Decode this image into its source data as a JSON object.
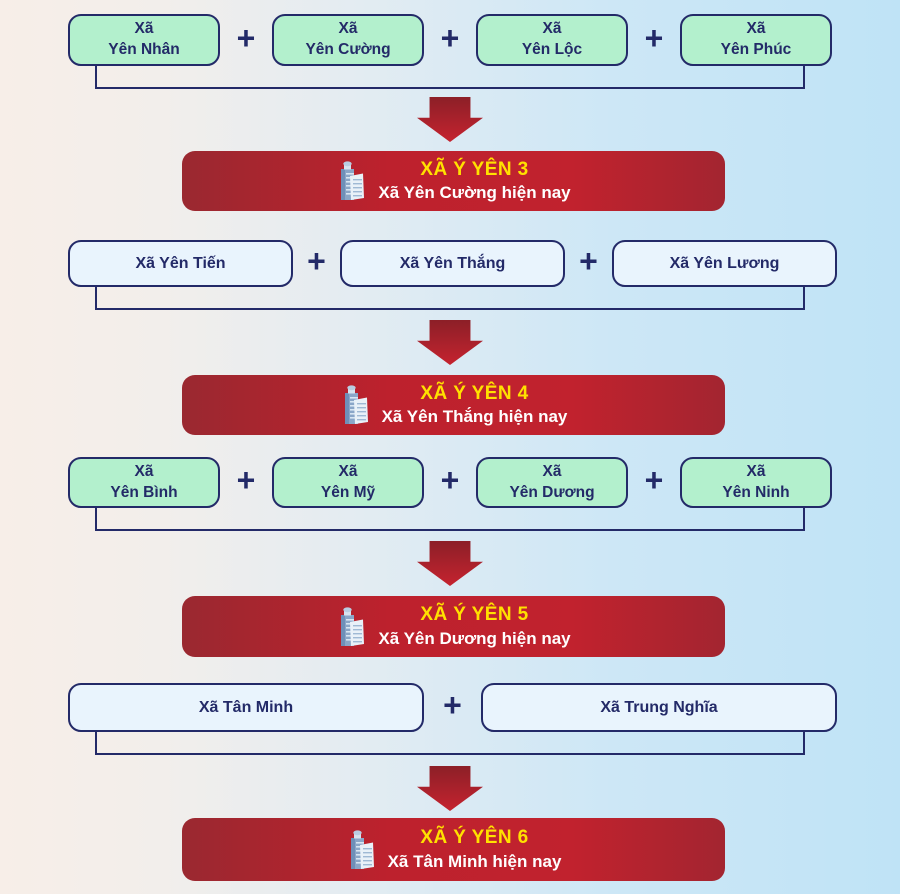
{
  "plus_sign": "+",
  "colors": {
    "navy": "#232a68",
    "source_green_fill": "#b3f0cd",
    "source_blue_fill": "#e9f4fd",
    "banner_red": "#bd212d",
    "banner_red_edge": "#9a2830",
    "banner_title_yellow": "#ffe100",
    "banner_subtitle_white": "#ffffff",
    "arrow_red": "#c5232f",
    "background_left_pink": "#f7eee8",
    "background_right_blue": "#bfe3f6"
  },
  "groups": [
    {
      "sources": {
        "variant": "green",
        "items": [
          {
            "line1": "Xã",
            "line2": "Yên Nhân"
          },
          {
            "line1": "Xã",
            "line2": "Yên Cường"
          },
          {
            "line1": "Xã",
            "line2": "Yên Lộc"
          },
          {
            "line1": "Xã",
            "line2": "Yên Phúc"
          }
        ]
      },
      "result": {
        "title": "XÃ Ý YÊN 3",
        "subtitle": "Xã Yên Cường hiện nay"
      }
    },
    {
      "sources": {
        "variant": "blue",
        "items": [
          {
            "line1": "Xã Yên Tiến"
          },
          {
            "line1": "Xã Yên Thắng"
          },
          {
            "line1": "Xã Yên Lương"
          }
        ]
      },
      "result": {
        "title": "XÃ Ý YÊN 4",
        "subtitle": "Xã Yên Thắng hiện nay"
      }
    },
    {
      "sources": {
        "variant": "green",
        "items": [
          {
            "line1": "Xã",
            "line2": "Yên Bình"
          },
          {
            "line1": "Xã",
            "line2": "Yên Mỹ"
          },
          {
            "line1": "Xã",
            "line2": "Yên Dương"
          },
          {
            "line1": "Xã",
            "line2": "Yên Ninh"
          }
        ]
      },
      "result": {
        "title": "XÃ Ý YÊN 5",
        "subtitle": "Xã Yên Dương hiện nay"
      }
    },
    {
      "sources": {
        "variant": "blue",
        "items": [
          {
            "line1": "Xã Tân Minh"
          },
          {
            "line1": "Xã Trung Nghĩa"
          }
        ]
      },
      "result": {
        "title": "XÃ Ý YÊN 6",
        "subtitle": "Xã Tân Minh hiện nay"
      }
    }
  ]
}
